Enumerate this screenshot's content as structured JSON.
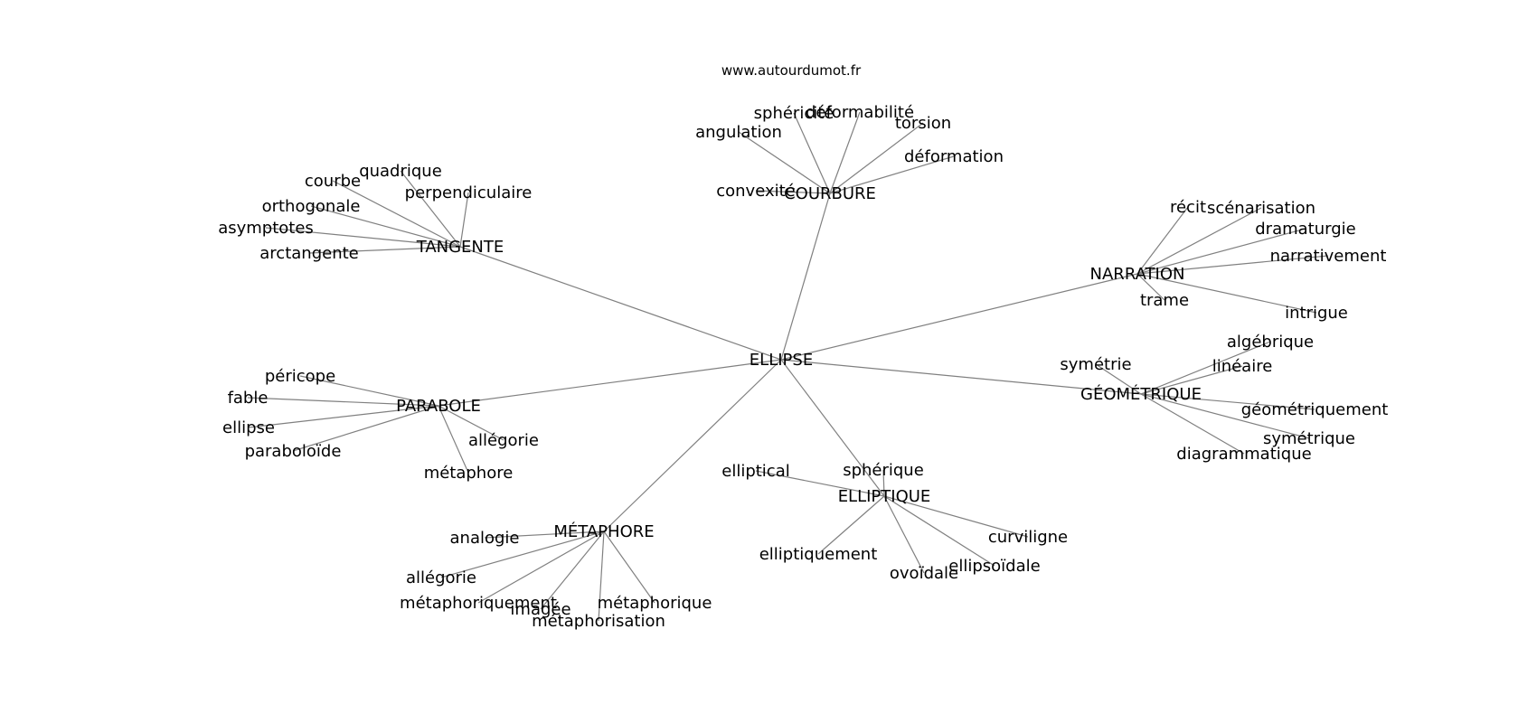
{
  "credit": "www.autourdumot.fr",
  "graph": {
    "center": "ELLIPSE",
    "groups": [
      {
        "hub": "COURBURE",
        "leaves": [
          "sphéricité",
          "déformabilité",
          "angulation",
          "torsion",
          "déformation",
          "convexité"
        ]
      },
      {
        "hub": "TANGENTE",
        "leaves": [
          "quadrique",
          "courbe",
          "perpendiculaire",
          "orthogonale",
          "asymptotes",
          "arctangente"
        ]
      },
      {
        "hub": "NARRATION",
        "leaves": [
          "récit",
          "scénarisation",
          "dramaturgie",
          "narrativement",
          "trame",
          "intrigue"
        ]
      },
      {
        "hub": "GÉOMÉTRIQUE",
        "leaves": [
          "algébrique",
          "symétrie",
          "linéaire",
          "géométriquement",
          "symétrique",
          "diagrammatique"
        ]
      },
      {
        "hub": "PARABOLE",
        "leaves": [
          "péricope",
          "fable",
          "ellipse",
          "allégorie",
          "paraboloïde",
          "métaphore"
        ]
      },
      {
        "hub": "ELLIPTIQUE",
        "leaves": [
          "elliptical",
          "sphérique",
          "curviligne",
          "elliptiquement",
          "ellipsoïdale",
          "ovoïdale"
        ]
      },
      {
        "hub": "MÉTAPHORE",
        "leaves": [
          "analogie",
          "allégorie",
          "métaphoriquement",
          "imagée",
          "métaphorique",
          "métaphorisation"
        ]
      }
    ]
  }
}
